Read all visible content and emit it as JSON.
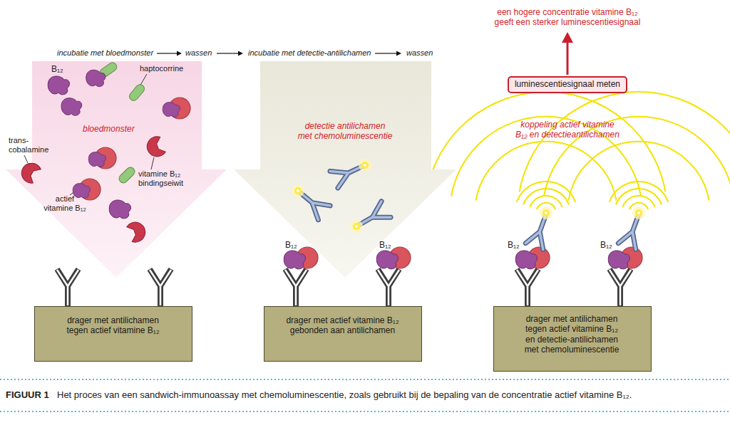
{
  "diagram": {
    "caption": "Het proces van een sandwich-immunoassay met chemoluminescentie, zoals gebruikt bij de bepaling van de concentratie actief vitamine B₁₂.",
    "nodes": [
      {
        "text": [
          "B₁₂",
          "haptocorrine",
          "bloedmonster",
          "trans- cobalamine",
          "vitamine B₁₂ bindingseiwit",
          "actief vitamine B₁₂"
        ]
      },
      {
        "text": [
          "detectie antilichamen met chemoluminescentie"
        ]
      },
      {
        "text": [
          "luminescentiesignaal meten"
        ]
      },
      {
        "text": [
          "drager met antilichamen tegen actief vitamine B₁₂"
        ]
      },
      {
        "text": [
          "drager met actief vitamine B₁₂ gebonden aan antilichamen"
        ]
      },
      {
        "text": [
          "drager met antilichamen tegen actief vitamine B₁₂ en detectie-antilichamen met chemoluminescentie"
        ]
      }
    ],
    "labels": [
      "incubatie met bloedmonster",
      "wassen",
      "incubatie met detectie-antilichamen",
      "wassen",
      "een hogere concentratie vitamine B₁₂ geeft een sterker luminescentiesignaal",
      "B₁₂",
      "B₁₂",
      "koppeling actief vitamine B₁₂ en detectieantilichamen",
      "B₁₂",
      "B₁₂",
      "FIGUUR 1"
    ]
  }
}
